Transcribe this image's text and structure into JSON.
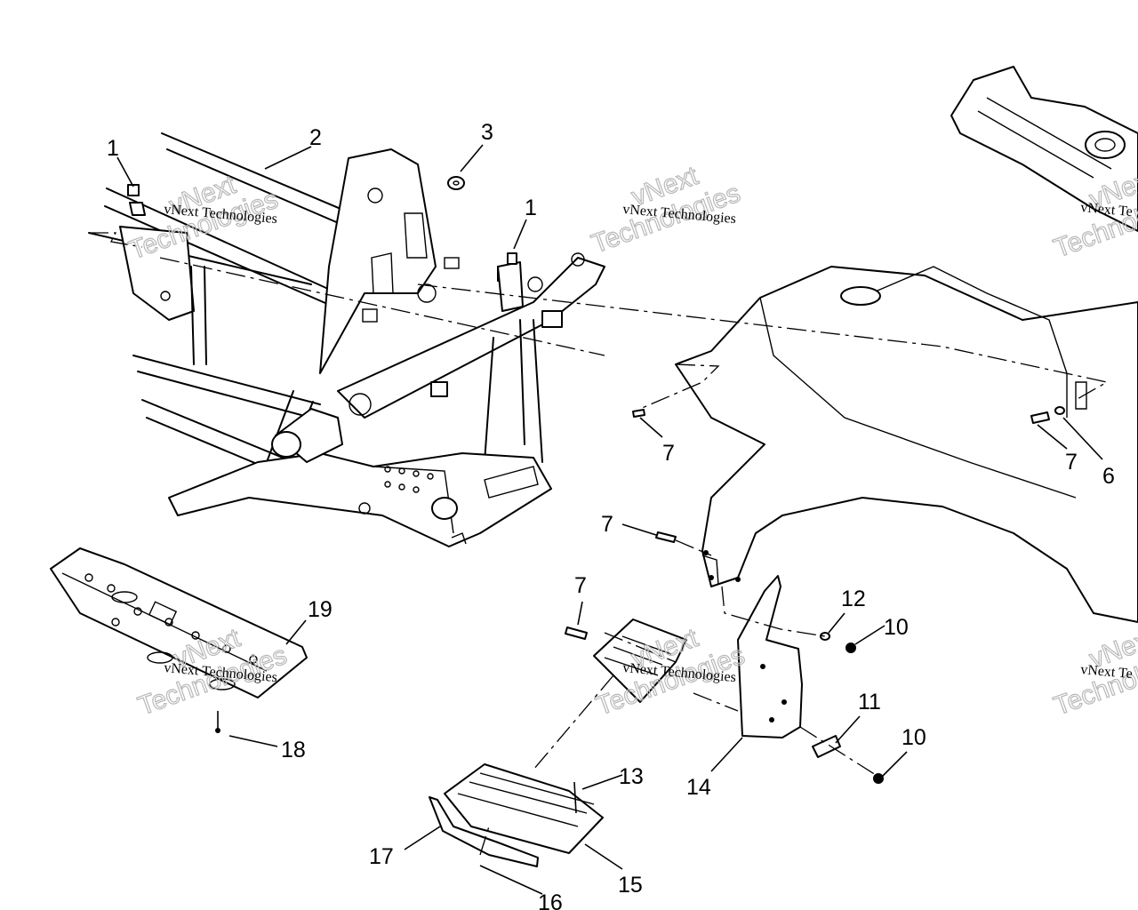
{
  "diagram": {
    "callouts": [
      {
        "id": "c1a",
        "label": "1"
      },
      {
        "id": "c2",
        "label": "2"
      },
      {
        "id": "c3",
        "label": "3"
      },
      {
        "id": "c1b",
        "label": "1"
      },
      {
        "id": "c7a",
        "label": "7"
      },
      {
        "id": "c7b",
        "label": "7"
      },
      {
        "id": "c6",
        "label": "6"
      },
      {
        "id": "c7c",
        "label": "7"
      },
      {
        "id": "c7d",
        "label": "7"
      },
      {
        "id": "c12",
        "label": "12"
      },
      {
        "id": "c10a",
        "label": "10"
      },
      {
        "id": "c11",
        "label": "11"
      },
      {
        "id": "c10b",
        "label": "10"
      },
      {
        "id": "c14",
        "label": "14"
      },
      {
        "id": "c13",
        "label": "13"
      },
      {
        "id": "c15",
        "label": "15"
      },
      {
        "id": "c16",
        "label": "16"
      },
      {
        "id": "c17",
        "label": "17"
      },
      {
        "id": "c18",
        "label": "18"
      },
      {
        "id": "c19",
        "label": "19"
      }
    ],
    "watermarks": [
      {
        "small": "vNext Technologies",
        "big1": "vNext",
        "big2": "Technologies"
      },
      {
        "small": "vNext Technologies",
        "big1": "vNext",
        "big2": "Technologies"
      },
      {
        "small": "vNext Te",
        "big1": "vNext",
        "big2": "Technol"
      },
      {
        "small": "vNext Technologies",
        "big1": "vNext",
        "big2": "Technologies"
      },
      {
        "small": "vNext Technologies",
        "big1": "vNext",
        "big2": "Technologies"
      },
      {
        "small": "vNext Te",
        "big1": "vNext",
        "big2": "Technol"
      }
    ]
  }
}
